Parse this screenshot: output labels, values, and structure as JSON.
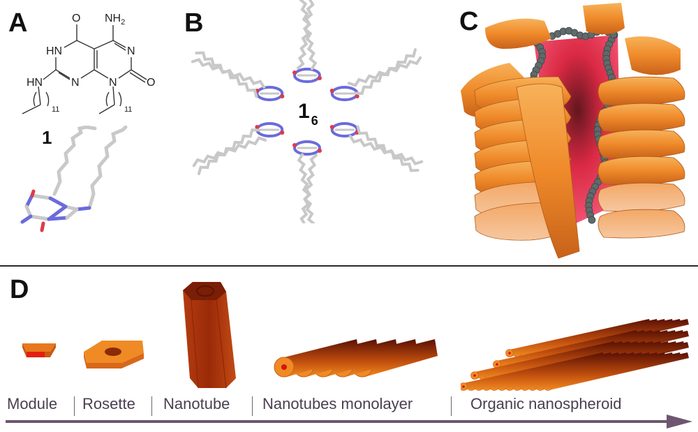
{
  "figure": {
    "panels": {
      "A": {
        "letter": "A",
        "compound_label": "1",
        "atoms": {
          "nh2": "NH",
          "nh2_sub": "2",
          "o_top": "O",
          "hn_ring": "HN",
          "n_right": "N",
          "n_mid": "N",
          "n_bottom": "N",
          "o_right": "O",
          "hn_chain": "HN",
          "chain_repeat_left": "11",
          "chain_repeat_right": "11"
        }
      },
      "B": {
        "letter": "B",
        "assembly_label": "1",
        "assembly_subscript": "6"
      },
      "C": {
        "letter": "C"
      },
      "D": {
        "letter": "D",
        "stages": [
          {
            "label": "Module"
          },
          {
            "label": "Rosette"
          },
          {
            "label": "Nanotube"
          },
          {
            "label": "Nanotubes monolayer"
          },
          {
            "label": "Organic nanospheroid"
          }
        ]
      }
    },
    "colors": {
      "arrow": "#6e5670",
      "label_text": "#4a3f50",
      "orange": "#f08a24",
      "dark_orange": "#a23a0a",
      "tube_core": "#d8140e",
      "carbon": "#c8c8c8",
      "nitrogen": "#6b6bdc",
      "oxygen": "#e03a4a",
      "sphere_gray": "#5f6a6a",
      "pink_core": "#e8344e"
    }
  }
}
